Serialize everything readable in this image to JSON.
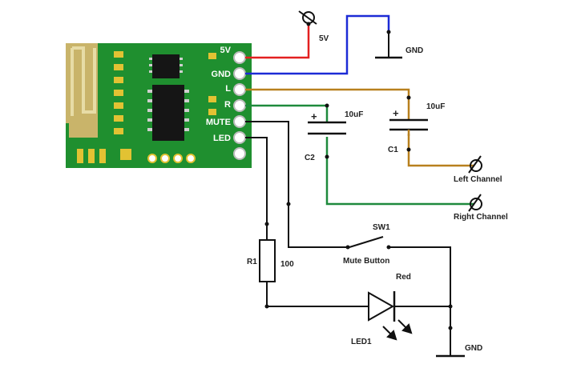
{
  "module": {
    "pins": [
      "5V",
      "GND",
      "L",
      "R",
      "MUTE",
      "LED"
    ]
  },
  "supply": {
    "label": "5V"
  },
  "ground_top": {
    "label": "GND"
  },
  "ground_bottom": {
    "label": "GND"
  },
  "capacitors": [
    {
      "ref": "C1",
      "value": "10uF",
      "polarity": "+"
    },
    {
      "ref": "C2",
      "value": "10uF",
      "polarity": "+"
    }
  ],
  "outputs": {
    "left": "Left Channel",
    "right": "Right Channel"
  },
  "switch": {
    "ref": "SW1",
    "name": "Mute Button"
  },
  "resistor": {
    "ref": "R1",
    "value": "100"
  },
  "led": {
    "ref": "LED1",
    "color": "Red"
  },
  "colors": {
    "board": "#1f8f2f",
    "wire_5v": "#e32020",
    "wire_gnd": "#1c2bd6",
    "wire_left": "#b8801e",
    "wire_right": "#1e8a3c",
    "wire_signal": "#111111"
  }
}
